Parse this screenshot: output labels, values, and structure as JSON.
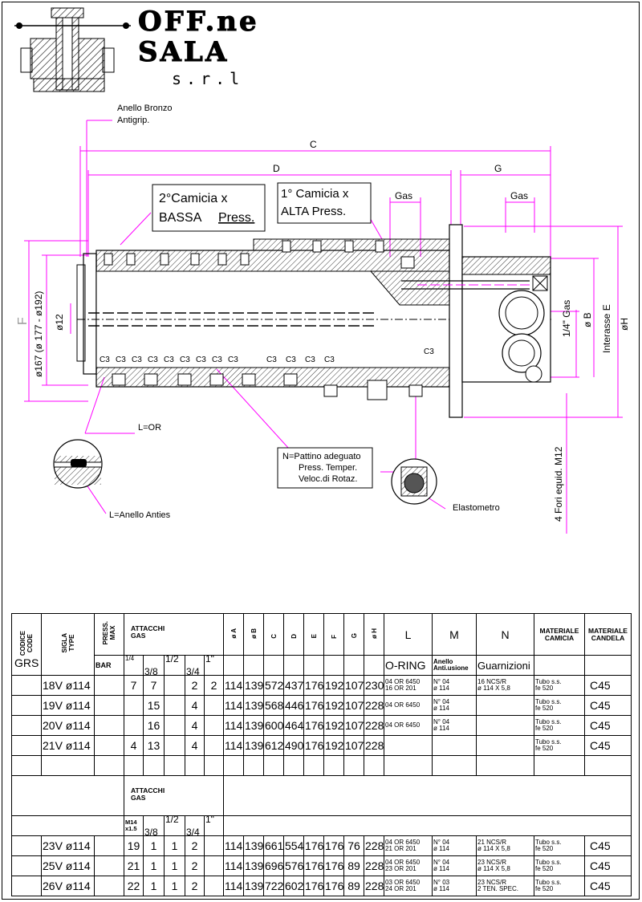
{
  "header": {
    "company_line1": "OFF.ne",
    "company_line2": "SALA",
    "company_line3": "s.r.l"
  },
  "drawing": {
    "labels": {
      "anello_bronzo": "Anello Bronzo",
      "antigrip": "Antigrip.",
      "dim_c": "C",
      "dim_d": "D",
      "dim_g": "G",
      "dim_f": "F",
      "camicia2_l1": "2°Camicia x",
      "camicia2_l2a": "BASSA",
      "camicia2_l2b": "Press.",
      "camicia1_l1": "1° Camicia x",
      "camicia1_l2": "ALTA Press.",
      "gas1": "Gas",
      "gas2": "Gas",
      "gas_quarter": "1/4\" Gas",
      "phi_b": "ø B",
      "interasse_e": "Interasse E",
      "phi_h": "øH",
      "phi_12": "ø12",
      "phi_167": "ø167 (ø 177 - ø192)",
      "c3": "C3",
      "l_or": "L=OR",
      "l_anello": "L=Anello Anties",
      "n_l1": "N=Pattino adeguato",
      "n_l2": "Press. Temper.",
      "n_l3": "Veloc.di Rotaz.",
      "elastometro": "Elastometro",
      "fori": "4 Fori equid. M12"
    }
  },
  "table": {
    "headers": {
      "codice": "CODICE",
      "code": "CODE",
      "sigla": "SIGLA",
      "type": "TYPE",
      "press": "PRESS.",
      "max": "MAX",
      "attacchi": "ATTACCHI",
      "gas": "GAS",
      "phi_a": "ø A",
      "phi_b": "ø B",
      "c": "C",
      "d": "D",
      "e": "E",
      "f": "F",
      "g": "G",
      "phi_h": "ø H",
      "l": "L",
      "m": "M",
      "n": "N",
      "mat_camicia": "MATERIALE CAMICIA",
      "mat_candela": "MATERIALE CANDELA",
      "grs": "GRS",
      "bar": "BAR",
      "g14": "1/4",
      "g38": "3/8",
      "g12": "1/2",
      "g34": "3/4",
      "g1": "1\"",
      "oring": "O-RING",
      "anello_l1": "Anello",
      "anello_l2": "Anti.usione",
      "guarnizioni": "Guarnizioni",
      "m14_l1": "M14",
      "m14_l2": "x1.5"
    },
    "rows_top": [
      {
        "sigla": "18V ø114",
        "p": "",
        "a14": "7",
        "a38": "7",
        "a12": "",
        "a34": "2",
        "a1": "2",
        "A": "114",
        "B": "139",
        "C": "572",
        "D": "437",
        "E": "176",
        "F": "192",
        "G": "107",
        "H": "230",
        "L1": "04 OR 6450",
        "L2": "16 OR 201",
        "M1": "N° 04",
        "M2": "ø 114",
        "N1": "16 NCS/R",
        "N2": "ø 114 X 5,8",
        "mc1": "Tubo s.s.",
        "mc2": "fe 520",
        "cand": "C45"
      },
      {
        "sigla": "19V ø114",
        "p": "",
        "a14": "",
        "a38": "15",
        "a12": "",
        "a34": "4",
        "a1": "",
        "A": "114",
        "B": "139",
        "C": "568",
        "D": "446",
        "E": "176",
        "F": "192",
        "G": "107",
        "H": "228",
        "L1": "04 OR 6450",
        "L2": "",
        "M1": "N° 04",
        "M2": "ø 114",
        "N1": "",
        "N2": "",
        "mc1": "Tubo s.s.",
        "mc2": "fe 520",
        "cand": "C45"
      },
      {
        "sigla": "20V ø114",
        "p": "",
        "a14": "",
        "a38": "16",
        "a12": "",
        "a34": "4",
        "a1": "",
        "A": "114",
        "B": "139",
        "C": "600",
        "D": "464",
        "E": "176",
        "F": "192",
        "G": "107",
        "H": "228",
        "L1": "04 OR 6450",
        "L2": "",
        "M1": "N° 04",
        "M2": "ø 114",
        "N1": "",
        "N2": "",
        "mc1": "Tubo s.s.",
        "mc2": "fe 520",
        "cand": "C45"
      },
      {
        "sigla": "21V ø114",
        "p": "",
        "a14": "4",
        "a38": "13",
        "a12": "",
        "a34": "4",
        "a1": "",
        "A": "114",
        "B": "139",
        "C": "612",
        "D": "490",
        "E": "176",
        "F": "192",
        "G": "107",
        "H": "228",
        "L1": "",
        "L2": "",
        "M1": "",
        "M2": "",
        "N1": "",
        "N2": "",
        "mc1": "Tubo s.s.",
        "mc2": "fe 520",
        "cand": "C45"
      }
    ],
    "rows_bottom": [
      {
        "sigla": "23V ø114",
        "p": "",
        "a14": "19",
        "a38": "1",
        "a12": "1",
        "a34": "2",
        "a1": "",
        "A": "114",
        "B": "139",
        "C": "661",
        "D": "554",
        "E": "176",
        "F": "176",
        "G": "76",
        "H": "228",
        "L1": "04 OR 6450",
        "L2": "21 OR 201",
        "M1": "N° 04",
        "M2": "ø 114",
        "N1": "21 NCS/R",
        "N2": "ø 114 X 5,8",
        "mc1": "Tubo s.s.",
        "mc2": "fe 520",
        "cand": "C45"
      },
      {
        "sigla": "25V ø114",
        "p": "",
        "a14": "21",
        "a38": "1",
        "a12": "1",
        "a34": "2",
        "a1": "",
        "A": "114",
        "B": "139",
        "C": "696",
        "D": "576",
        "E": "176",
        "F": "176",
        "G": "89",
        "H": "228",
        "L1": "04 OR 6450",
        "L2": "23 OR 201",
        "M1": "N° 04",
        "M2": "ø 114",
        "N1": "23 NCS/R",
        "N2": "ø 114 X 5,8",
        "mc1": "Tubo s.s.",
        "mc2": "fe 520",
        "cand": "C45"
      },
      {
        "sigla": "26V ø114",
        "p": "",
        "a14": "22",
        "a38": "1",
        "a12": "1",
        "a34": "2",
        "a1": "",
        "A": "114",
        "B": "139",
        "C": "722",
        "D": "602",
        "E": "176",
        "F": "176",
        "G": "89",
        "H": "228",
        "L1": "03 OR 6450",
        "L2": "24 OR 201",
        "M1": "N° 03",
        "M2": "ø 114",
        "N1": "23 NCS/R",
        "N2": "2 TEN. SPEC.",
        "mc1": "Tubo s.s.",
        "mc2": "fe 520",
        "cand": "C45"
      }
    ]
  }
}
